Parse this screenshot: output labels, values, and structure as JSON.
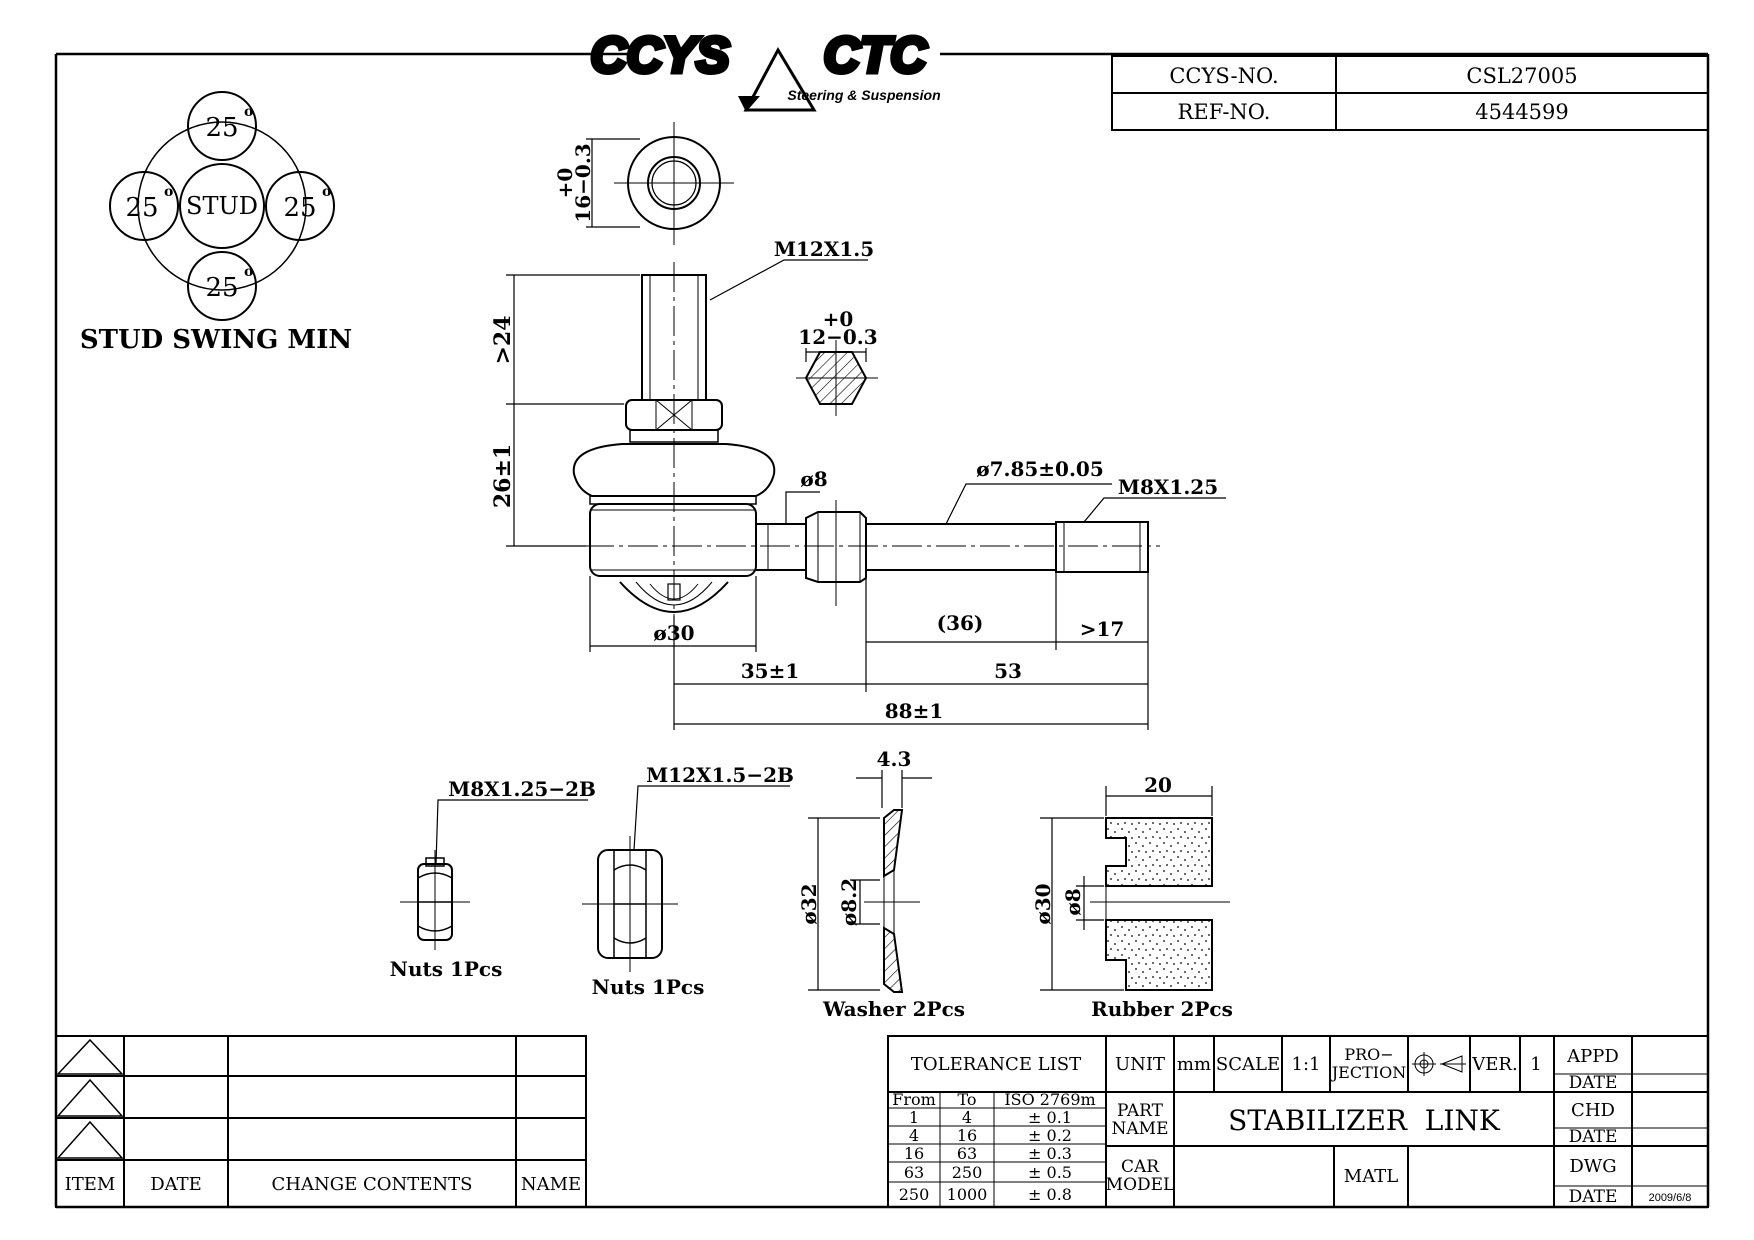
{
  "logo": {
    "brand_left": "CCYS",
    "brand_right": "CTC",
    "tagline": "Steering & Suspension"
  },
  "id_table": {
    "rows": [
      {
        "label": "CCYS-NO.",
        "value": "CSL27005"
      },
      {
        "label": "REF-NO.",
        "value": "4544599"
      }
    ]
  },
  "stud_swing": {
    "center": "STUD",
    "angles": [
      "25",
      "25",
      "25",
      "25"
    ],
    "degree_symbol": "o",
    "caption": "STUD SWING MIN"
  },
  "main_view": {
    "thread_top": "M12X1.5",
    "hex_dim_top": "+0",
    "hex_dim_bottom": "16−0.3",
    "section_dim_top": "+0",
    "section_dim_bottom": "12−0.3",
    "stud_length": ">24",
    "height": "26±1",
    "neck_dia": "ø8",
    "rod_dia": "ø7.85±0.05",
    "thread_end": "M8X1.25",
    "body_dia": "ø30",
    "rod_free": "(36)",
    "thread_len": ">17",
    "offset": "35±1",
    "rod_len": "53",
    "overall": "88±1"
  },
  "parts": {
    "nut_small": {
      "thread": "M8X1.25−2B",
      "caption": "Nuts 1Pcs"
    },
    "nut_large": {
      "thread": "M12X1.5−2B",
      "caption": "Nuts 1Pcs"
    },
    "washer": {
      "thickness": "4.3",
      "outer": "ø32",
      "inner": "ø8.2",
      "caption": "Washer 2Pcs"
    },
    "rubber": {
      "thickness": "20",
      "outer": "ø30",
      "inner": "ø8",
      "caption": "Rubber 2Pcs"
    }
  },
  "revision_table": {
    "headers": [
      "ITEM",
      "DATE",
      "CHANGE CONTENTS",
      "NAME"
    ]
  },
  "tolerance": {
    "title": "TOLERANCE LIST",
    "headers": [
      "From",
      "To",
      "ISO 2769m"
    ],
    "rows": [
      [
        "1",
        "4",
        "± 0.1"
      ],
      [
        "4",
        "16",
        "± 0.2"
      ],
      [
        "16",
        "63",
        "± 0.3"
      ],
      [
        "63",
        "250",
        "± 0.5"
      ],
      [
        "250",
        "1000",
        "± 0.8"
      ]
    ]
  },
  "title_block": {
    "unit_label": "UNIT",
    "unit": "mm",
    "scale_label": "SCALE",
    "scale": "1:1",
    "projection_label_1": "PRO−",
    "projection_label_2": "JECTION",
    "ver_label": "VER.",
    "ver": "1",
    "part_name_label_1": "PART",
    "part_name_label_2": "NAME",
    "part_name": "STABILIZER  LINK",
    "car_model_label_1": "CAR",
    "car_model_label_2": "MODEL",
    "matl_label": "MATL",
    "appd": "APPD",
    "date_label": "DATE",
    "chd": "CHD",
    "dwg": "DWG",
    "dwg_date": "2009/6/8"
  }
}
